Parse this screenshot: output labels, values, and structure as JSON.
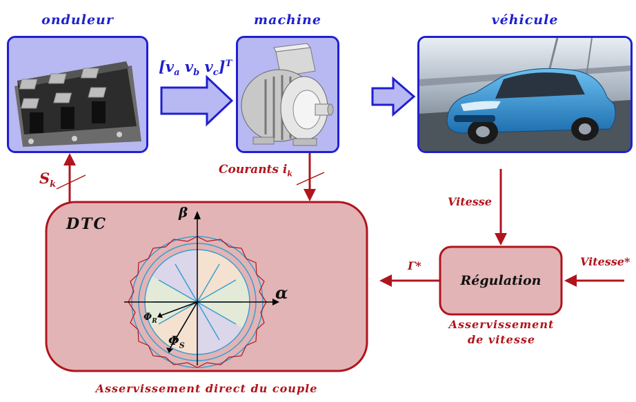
{
  "blocks": {
    "onduleur": "onduleur",
    "machine": "machine",
    "vehicule": "véhicule",
    "dtc": "DTC",
    "regulation": "Régulation"
  },
  "signals": {
    "voltages": "[v",
    "v_a_sub": "a",
    "v_b": "v",
    "v_b_sub": "b",
    "v_c": "v",
    "v_c_sub": "c",
    "voltages_close": "]",
    "voltages_sup": "T",
    "switch": "S",
    "switch_sub": "k",
    "currents": "Courants i",
    "currents_sub": "k",
    "speed": "Vitesse",
    "speed_ref": "Vitesse*",
    "torque_ref": "Γ*"
  },
  "diagram_labels": {
    "beta": "β",
    "alpha": "α",
    "phi_r": "Φ",
    "phi_r_sub": "R",
    "phi_s": "Φ",
    "phi_s_sub": "S"
  },
  "captions": {
    "speed_control_line1": "Asservissement",
    "speed_control_line2": "de vitesse",
    "torque_control": "Asservissement direct du couple"
  },
  "colors": {
    "block_border": "#1f1fd0",
    "red": "#b0141c",
    "dtc_fill": "#e2b4b6",
    "arrow_fill": "#b8b8f2",
    "vector": "#3a9ecf"
  }
}
